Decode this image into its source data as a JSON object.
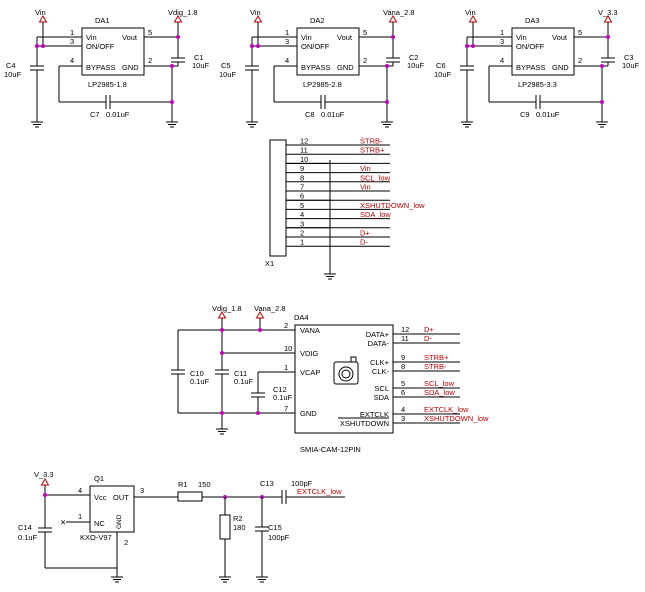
{
  "regulators": [
    {
      "ref": "DA1",
      "part": "LP2985-1.8",
      "rail": "Vdig_1.8",
      "vin": "Vin",
      "cin": {
        "ref": "C4",
        "val": "10uF"
      },
      "cout": {
        "ref": "C1",
        "val": "10uF"
      },
      "cbyp": {
        "ref": "C7",
        "val": "0.01uF"
      }
    },
    {
      "ref": "DA2",
      "part": "LP2985-2.8",
      "rail": "Vana_2.8",
      "vin": "Vin",
      "cin": {
        "ref": "C5",
        "val": "10uF"
      },
      "cout": {
        "ref": "C2",
        "val": "10uF"
      },
      "cbyp": {
        "ref": "C8",
        "val": "0.01uF"
      }
    },
    {
      "ref": "DA3",
      "part": "LP2985-3.3",
      "rail": "V_3.3",
      "vin": "Vin",
      "cin": {
        "ref": "C6",
        "val": "10uF"
      },
      "cout": {
        "ref": "C3",
        "val": "10uF"
      },
      "cbyp": {
        "ref": "C9",
        "val": "0.01uF"
      }
    }
  ],
  "reg_pins": {
    "p1": "1",
    "p3": "3",
    "p4": "4",
    "p5": "5",
    "p2": "2",
    "vin": "Vin",
    "onoff": "ON/OFF",
    "vout": "Vout",
    "bypass": "BYPASS",
    "gnd": "GND"
  },
  "connector": {
    "ref": "X1",
    "pins": [
      {
        "num": "12",
        "net": "STRB-"
      },
      {
        "num": "11",
        "net": "STRB+"
      },
      {
        "num": "10",
        "net": ""
      },
      {
        "num": "9",
        "net": "Vin"
      },
      {
        "num": "8",
        "net": "SCL_low"
      },
      {
        "num": "7",
        "net": "Vin"
      },
      {
        "num": "6",
        "net": ""
      },
      {
        "num": "5",
        "net": "XSHUTDOWN_low"
      },
      {
        "num": "4",
        "net": "SDA_low"
      },
      {
        "num": "3",
        "net": ""
      },
      {
        "num": "2",
        "net": "D+"
      },
      {
        "num": "1",
        "net": "D-"
      }
    ]
  },
  "camera": {
    "ref": "DA4",
    "part": "SMIA-CAM-12PIN",
    "rails": [
      "Vdig_1.8",
      "Vana_2.8"
    ],
    "left_pins": [
      {
        "num": "2",
        "name": "VANA"
      },
      {
        "num": "10",
        "name": "VDIG"
      },
      {
        "num": "1",
        "name": "VCAP"
      },
      {
        "num": "7",
        "name": "GND"
      }
    ],
    "right_pins": [
      {
        "num": "12",
        "name": "DATA+",
        "net": "D+"
      },
      {
        "num": "11",
        "name": "DATA-",
        "net": "D-"
      },
      {
        "num": "9",
        "name": "CLK+",
        "net": "STRB+"
      },
      {
        "num": "8",
        "name": "CLK-",
        "net": "STRB-"
      },
      {
        "num": "5",
        "name": "SCL",
        "net": "SCL_low"
      },
      {
        "num": "6",
        "name": "SDA",
        "net": "SDA_low"
      },
      {
        "num": "4",
        "name": "EXTCLK",
        "net": "EXTCLK_low"
      },
      {
        "num": "3",
        "name": "XSHUTDOWN",
        "net": "XSHUTDOWN_low"
      }
    ],
    "caps": [
      {
        "ref": "C10",
        "val": "0.1uF"
      },
      {
        "ref": "C11",
        "val": "0.1uF"
      },
      {
        "ref": "C12",
        "val": "0.1uF"
      }
    ]
  },
  "oscillator": {
    "ref": "Q1",
    "part": "KXO-V97",
    "rail": "V_3.3",
    "pins": {
      "p4": "4",
      "p1": "1",
      "p3": "3",
      "p2": "2",
      "vcc": "Vcc",
      "out": "OUT",
      "nc": "NC",
      "gnd": "GND"
    },
    "c14": {
      "ref": "C14",
      "val": "0.1uF"
    },
    "r1": {
      "ref": "R1",
      "val": "150"
    },
    "r2": {
      "ref": "R2",
      "val": "180"
    },
    "c13": {
      "ref": "C13",
      "val": "100pF"
    },
    "c15": {
      "ref": "C15",
      "val": "100pF"
    },
    "net_out": "EXTCLK_low"
  }
}
